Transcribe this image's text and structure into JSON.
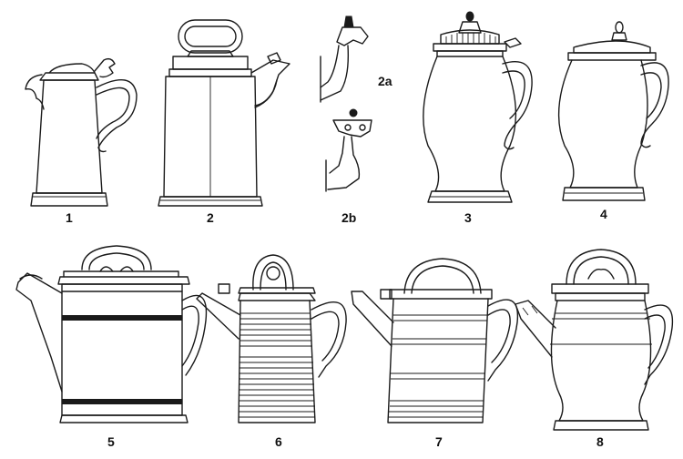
{
  "figures": [
    {
      "id": "1",
      "label": "1"
    },
    {
      "id": "2",
      "label": "2"
    },
    {
      "id": "2a",
      "label": "2a"
    },
    {
      "id": "2b",
      "label": "2b"
    },
    {
      "id": "3",
      "label": "3"
    },
    {
      "id": "4",
      "label": "4"
    },
    {
      "id": "5",
      "label": "5"
    },
    {
      "id": "6",
      "label": "6"
    },
    {
      "id": "7",
      "label": "7"
    },
    {
      "id": "8",
      "label": "8"
    }
  ],
  "colors": {
    "ink": "#1a1a1a",
    "paper": "#ffffff"
  }
}
